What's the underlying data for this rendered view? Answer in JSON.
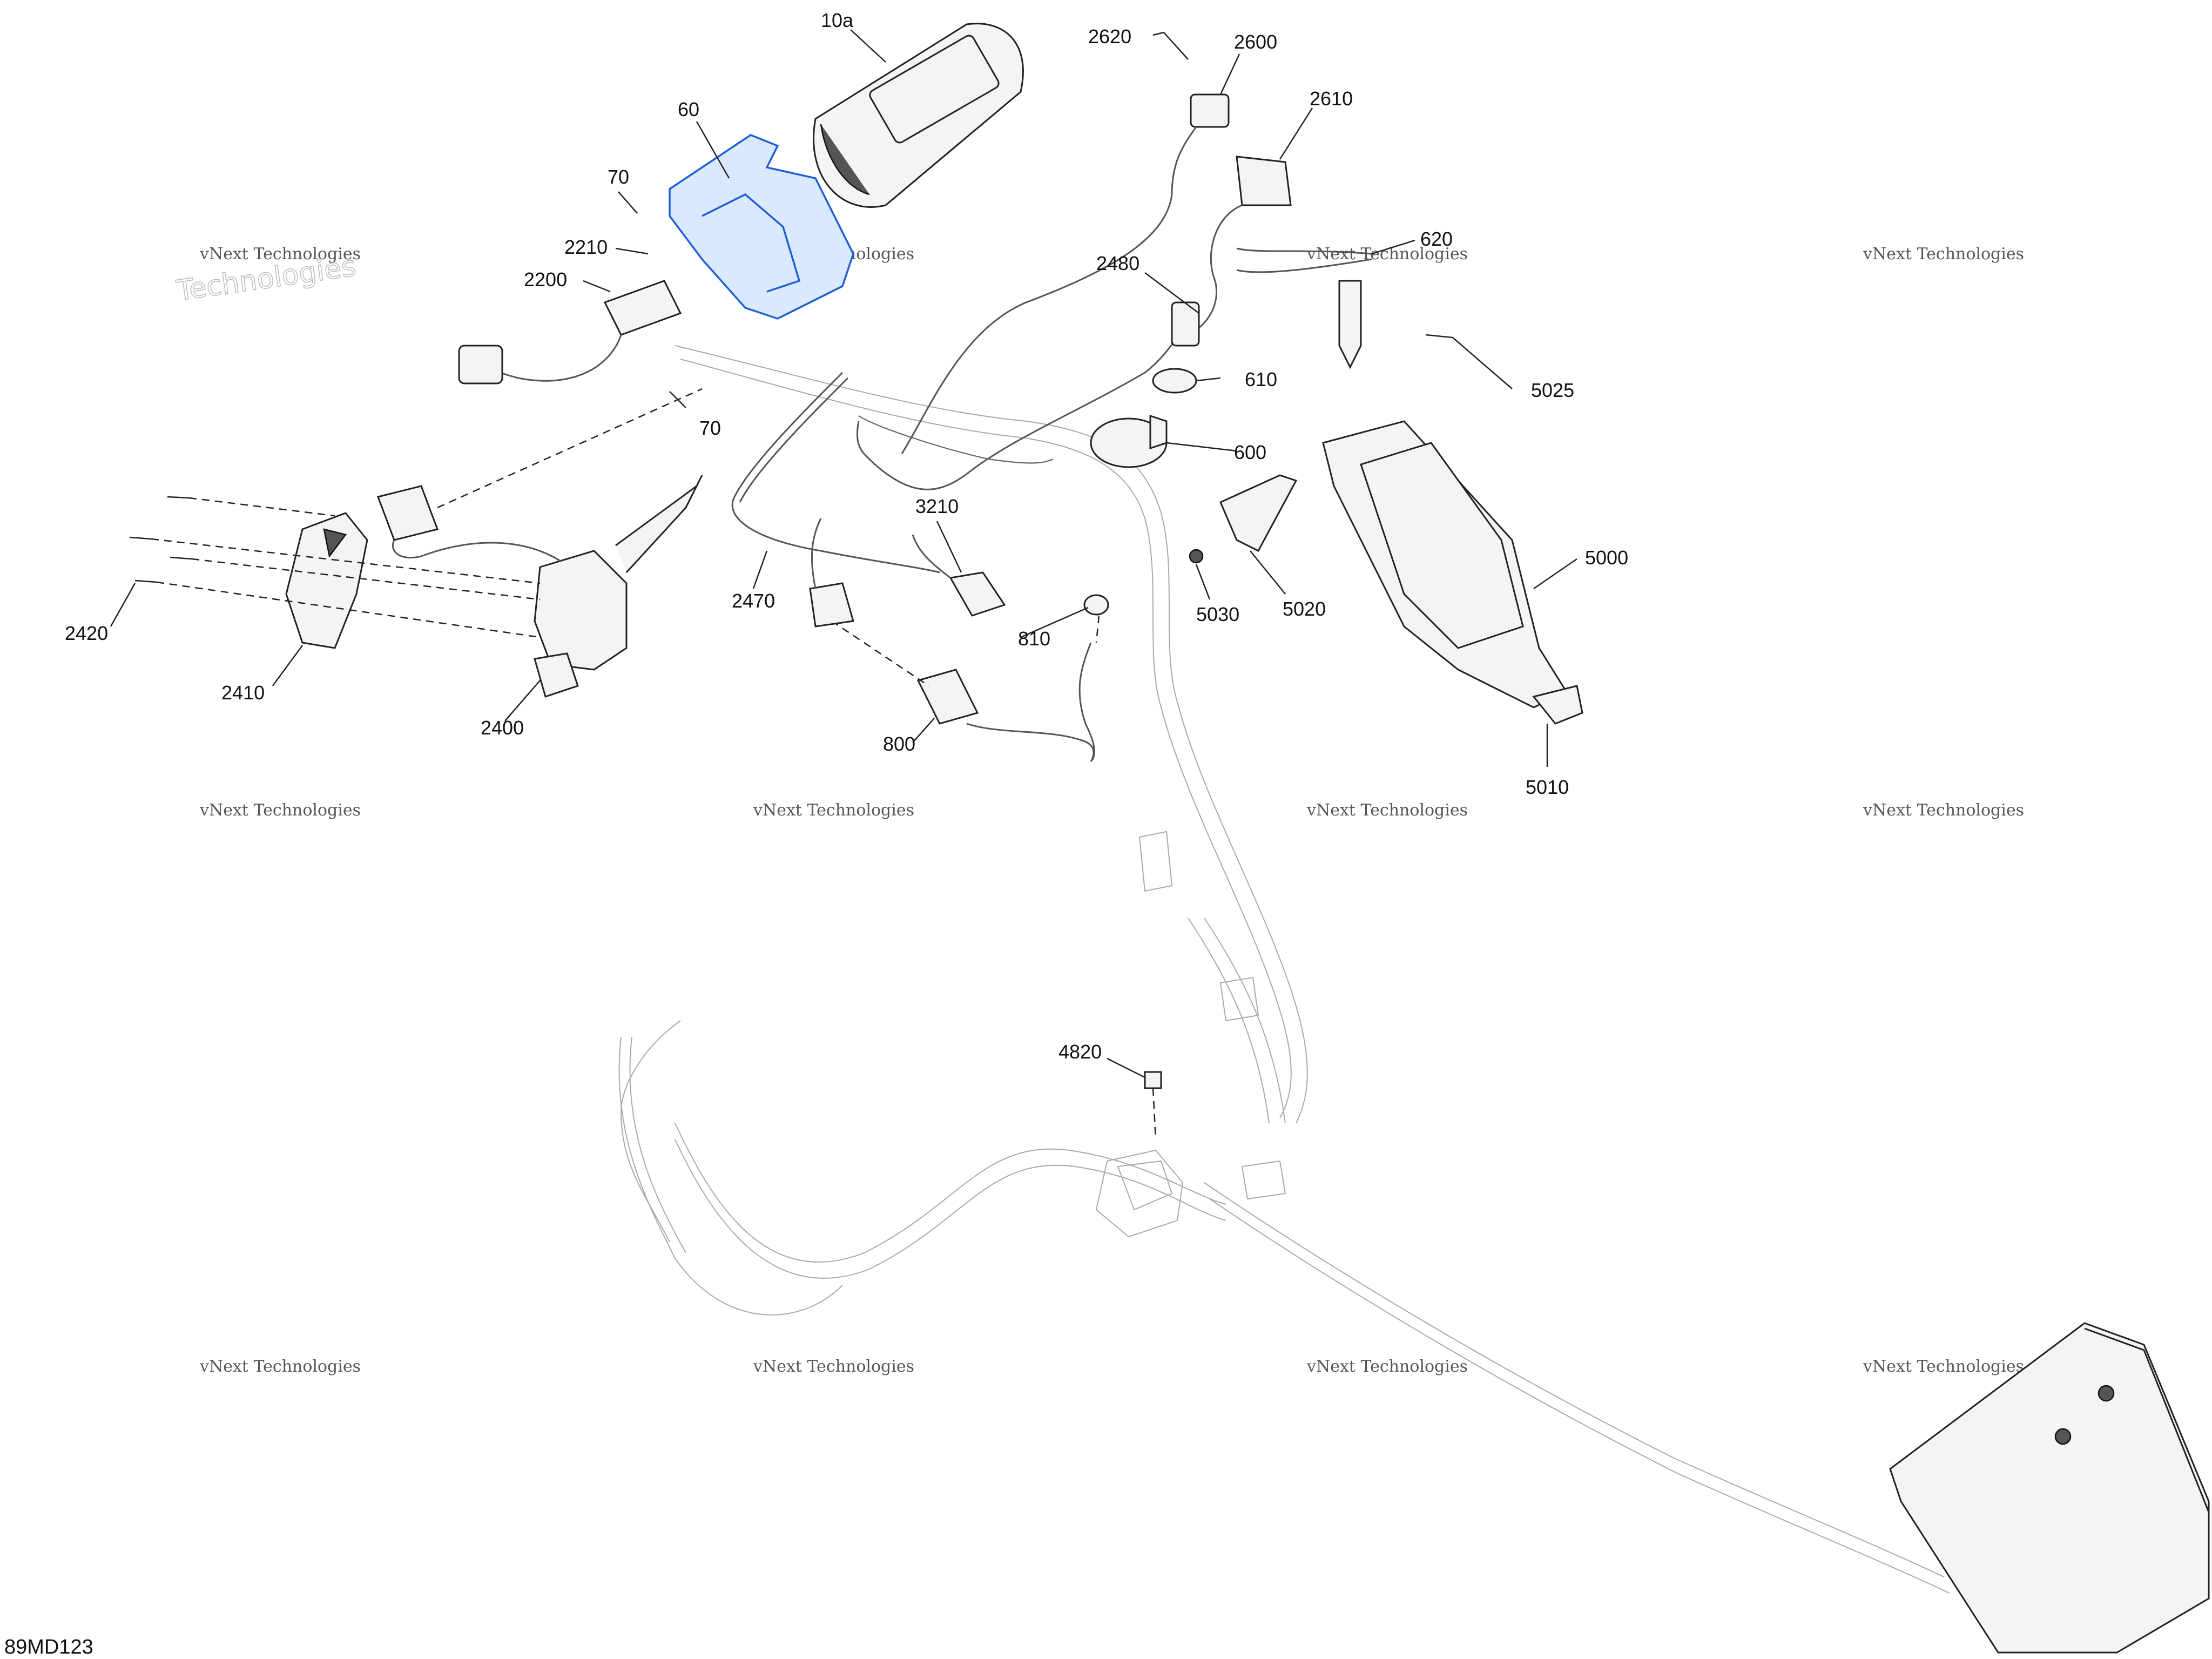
{
  "diagram_id": "89MD123",
  "watermark": {
    "line1": "vNext Technologies",
    "line2": "Technologies"
  },
  "callouts": {
    "c10a": "10a",
    "c60": "60",
    "c70a": "70",
    "c70b": "70",
    "c2210": "2210",
    "c2200": "2200",
    "c2620": "2620",
    "c2600": "2600",
    "c2610": "2610",
    "c2480": "2480",
    "c620": "620",
    "c610": "610",
    "c600": "600",
    "c5025": "5025",
    "c5000": "5000",
    "c5020": "5020",
    "c5030": "5030",
    "c5010": "5010",
    "c3210": "3210",
    "c810": "810",
    "c800": "800",
    "c2470": "2470",
    "c2420": "2420",
    "c2410": "2410",
    "c2400": "2400",
    "c4820": "4820"
  },
  "colors": {
    "highlight": "#1f5fd6",
    "line": "#222222",
    "watermark": "#bbbbbb"
  }
}
